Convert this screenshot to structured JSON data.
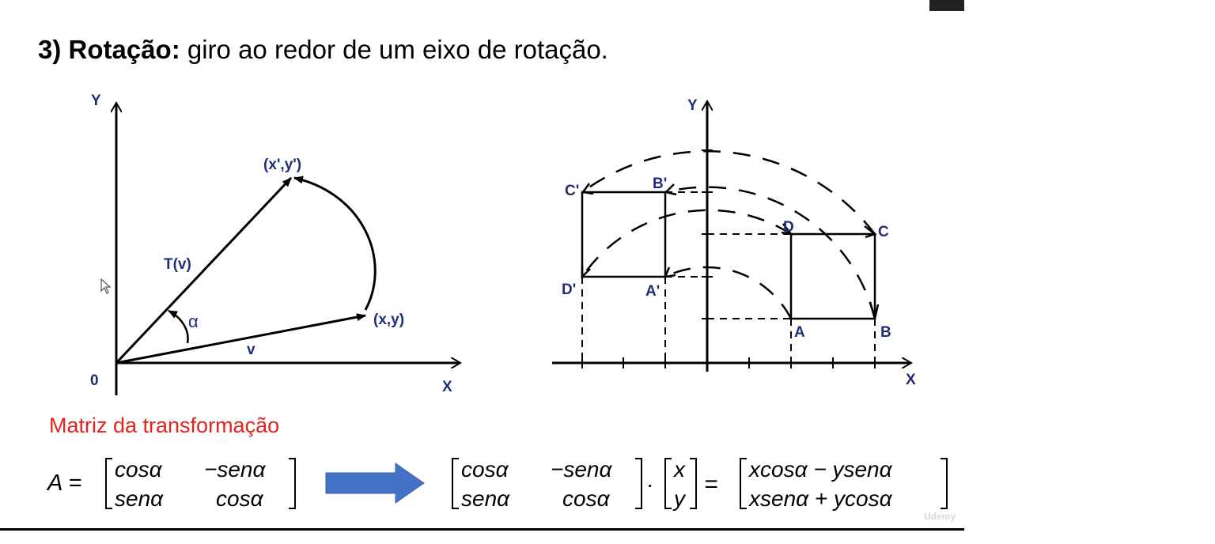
{
  "title": {
    "bold": "3) Rotação:",
    "rest": " giro ao redor de um eixo de rotação."
  },
  "left_figure": {
    "y_axis": "Y",
    "x_axis": "X",
    "origin": "0",
    "rotated_point": "(x',y')",
    "point": "(x,y)",
    "rotated_vector": "T(v)",
    "vector": "v",
    "angle": "α"
  },
  "right_figure": {
    "y_axis": "Y",
    "x_axis": "X",
    "points": {
      "A": "A",
      "B": "B",
      "C": "C",
      "D": "D",
      "A1": "A'",
      "B1": "B'",
      "C1": "C'",
      "D1": "D'"
    }
  },
  "matrix_title": "Matriz da transformação",
  "matrix": {
    "lhs": "A =",
    "m11": "cosα",
    "m12": "−senα",
    "m21": "senα",
    "m22": "cosα",
    "v1": "x",
    "v2": "y",
    "equals": "=",
    "dot": "·",
    "r1": "xcosα − ysenα",
    "r2": "xsenα + ycosα"
  },
  "watermark": "Udemy",
  "colors": {
    "label_blue": "#1f2e7a",
    "heading_red": "#e8211c",
    "arrow_blue": "#4472c4"
  }
}
